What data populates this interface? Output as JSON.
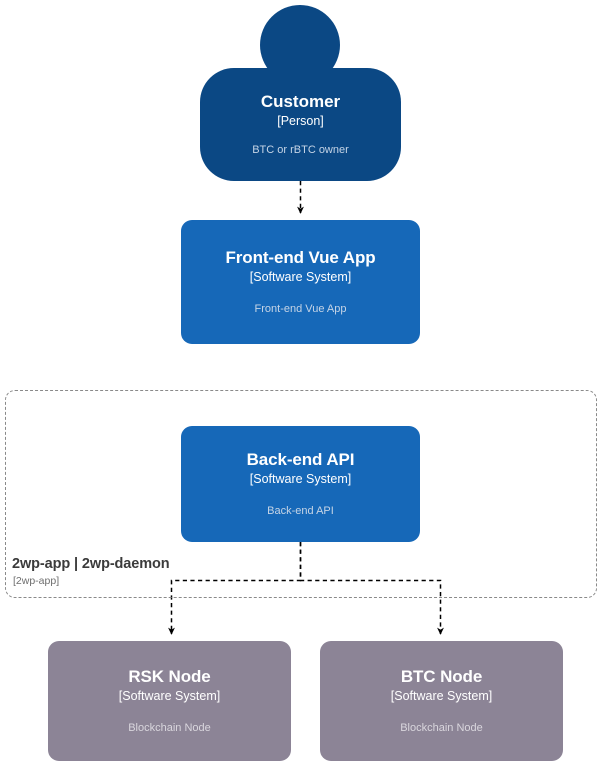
{
  "diagram": {
    "type": "c4-system-context",
    "background": "#ffffff",
    "colors": {
      "person_fill": "#0b4884",
      "system_fill": "#1668b8",
      "external_fill": "#8c8496",
      "boundary_stroke": "#8a8a8a",
      "edge_stroke": "#000000",
      "title_text": "#ffffff",
      "desc_text_on_blue": "#c5d4e6",
      "desc_text_on_gray": "#d9d6dd",
      "boundary_label_text": "#3b3b3b",
      "boundary_sublabel_text": "#6e6e6e"
    }
  },
  "nodes": {
    "customer": {
      "title": "Customer",
      "type": "[Person]",
      "description": "BTC or rBTC owner"
    },
    "frontend": {
      "title": "Front-end Vue App",
      "type": "[Software System]",
      "description": "Front-end Vue App"
    },
    "backend": {
      "title": "Back-end API",
      "type": "[Software System]",
      "description": "Back-end API"
    },
    "rsk_node": {
      "title": "RSK Node",
      "type": "[Software System]",
      "description": "Blockchain Node"
    },
    "btc_node": {
      "title": "BTC Node",
      "type": "[Software System]",
      "description": "Blockchain Node"
    }
  },
  "boundary": {
    "label": "2wp-app | 2wp-daemon",
    "sublabel": "[2wp-app]"
  },
  "edges": [
    {
      "id": "customer-to-frontend",
      "from": "customer",
      "to": "frontend",
      "style": "dashed",
      "arrow": "end"
    },
    {
      "id": "backend-to-rsk-node",
      "from": "backend",
      "to": "rsk_node",
      "style": "dashed",
      "arrow": "end"
    },
    {
      "id": "backend-to-btc-node",
      "from": "backend",
      "to": "btc_node",
      "style": "dashed",
      "arrow": "end"
    }
  ]
}
